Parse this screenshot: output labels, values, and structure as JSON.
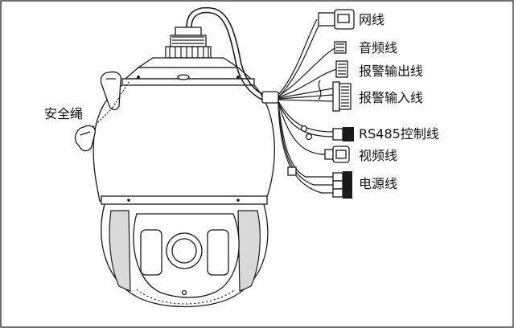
{
  "labels": {
    "safety_rope": "安全绳",
    "network_cable": "网线",
    "audio_cable": "音频线",
    "alarm_output_cable": "报警输出线",
    "alarm_input_cable": "报警输入线",
    "rs485_cable": "RS485控制线",
    "video_cable": "视频线",
    "power_cable": "电源线"
  }
}
